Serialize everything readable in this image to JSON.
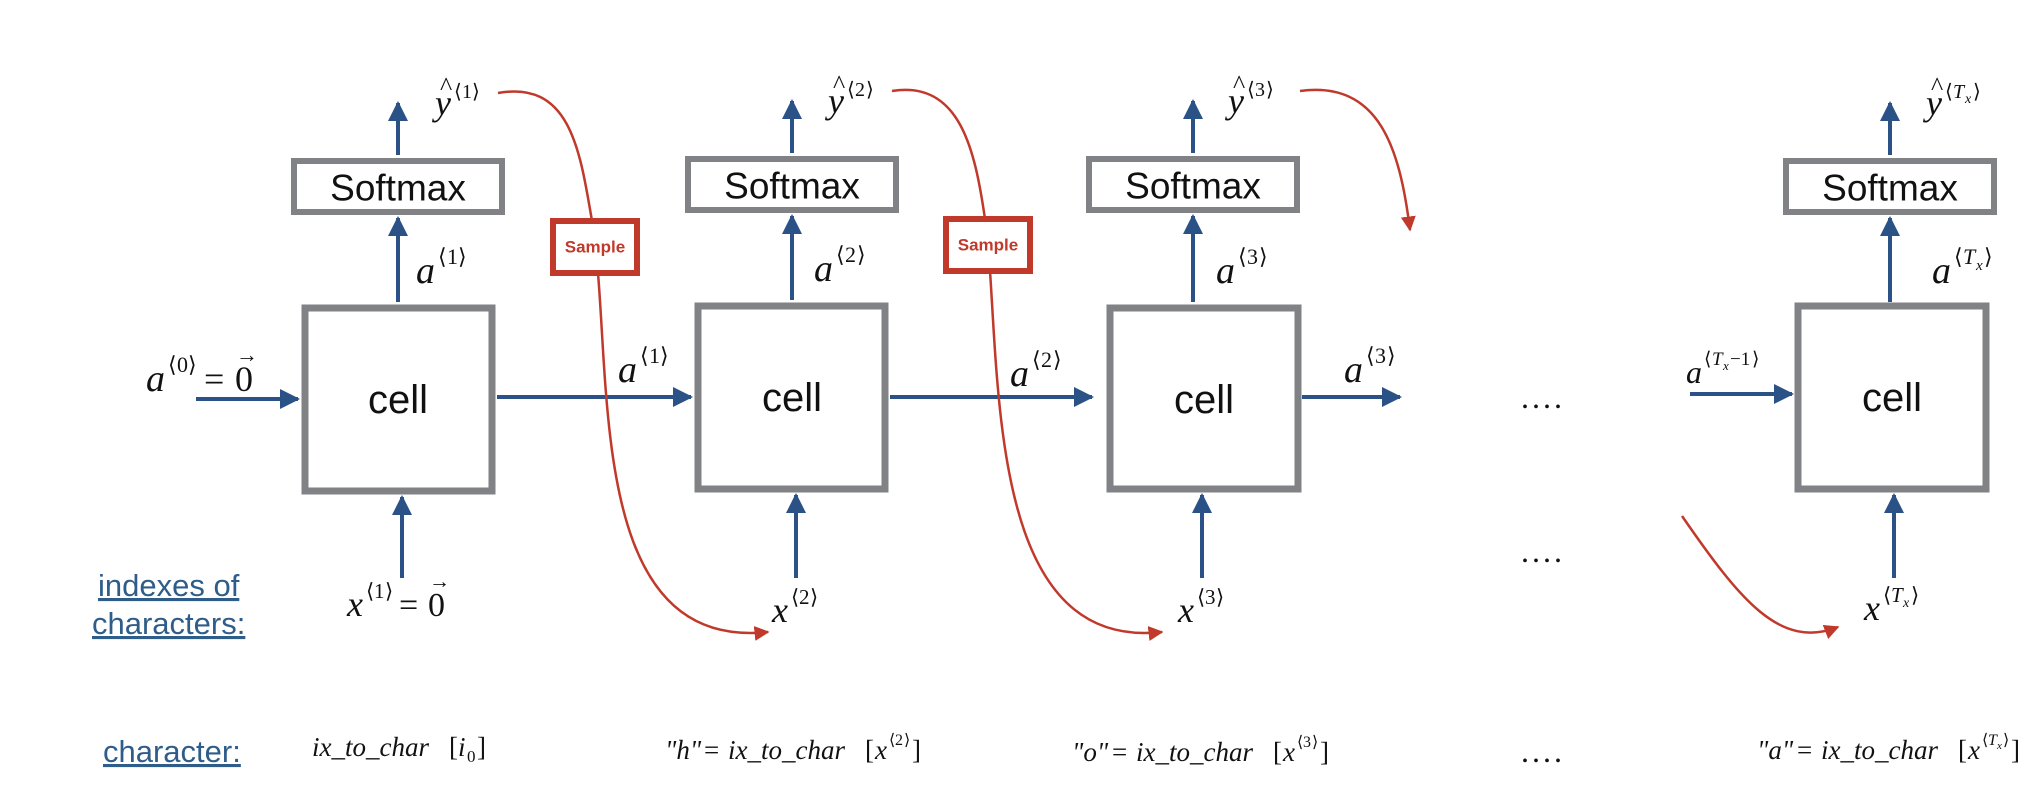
{
  "labels": {
    "softmax": "Softmax",
    "cell": "cell",
    "sample": "Sample",
    "indexes_line1": "indexes of",
    "indexes_line2": "characters:",
    "character": "character:",
    "dots": "...."
  },
  "math": {
    "a_var": "a",
    "y_var": "y",
    "hat": "^",
    "x_var": "x",
    "zero": "0",
    "vec_arrow": "→",
    "eq": "=",
    "lang": "⟨",
    "rang": "⟩",
    "i0": "i",
    "sub0": "0",
    "one": "1",
    "two": "2",
    "three": "3",
    "Tx": "T",
    "Tx_sub": "x",
    "Tx_minus1": "−1",
    "fn": "ix_to_char",
    "lbr": "[",
    "rbr": "]",
    "q_h": "\"h\"",
    "q_o": "\"o\"",
    "q_a": "\"a\""
  },
  "colors": {
    "box_stroke": "#808286",
    "arrow_blue": "#2a5286",
    "sample_red": "#c0392b",
    "link_blue": "#2f5d8a"
  }
}
